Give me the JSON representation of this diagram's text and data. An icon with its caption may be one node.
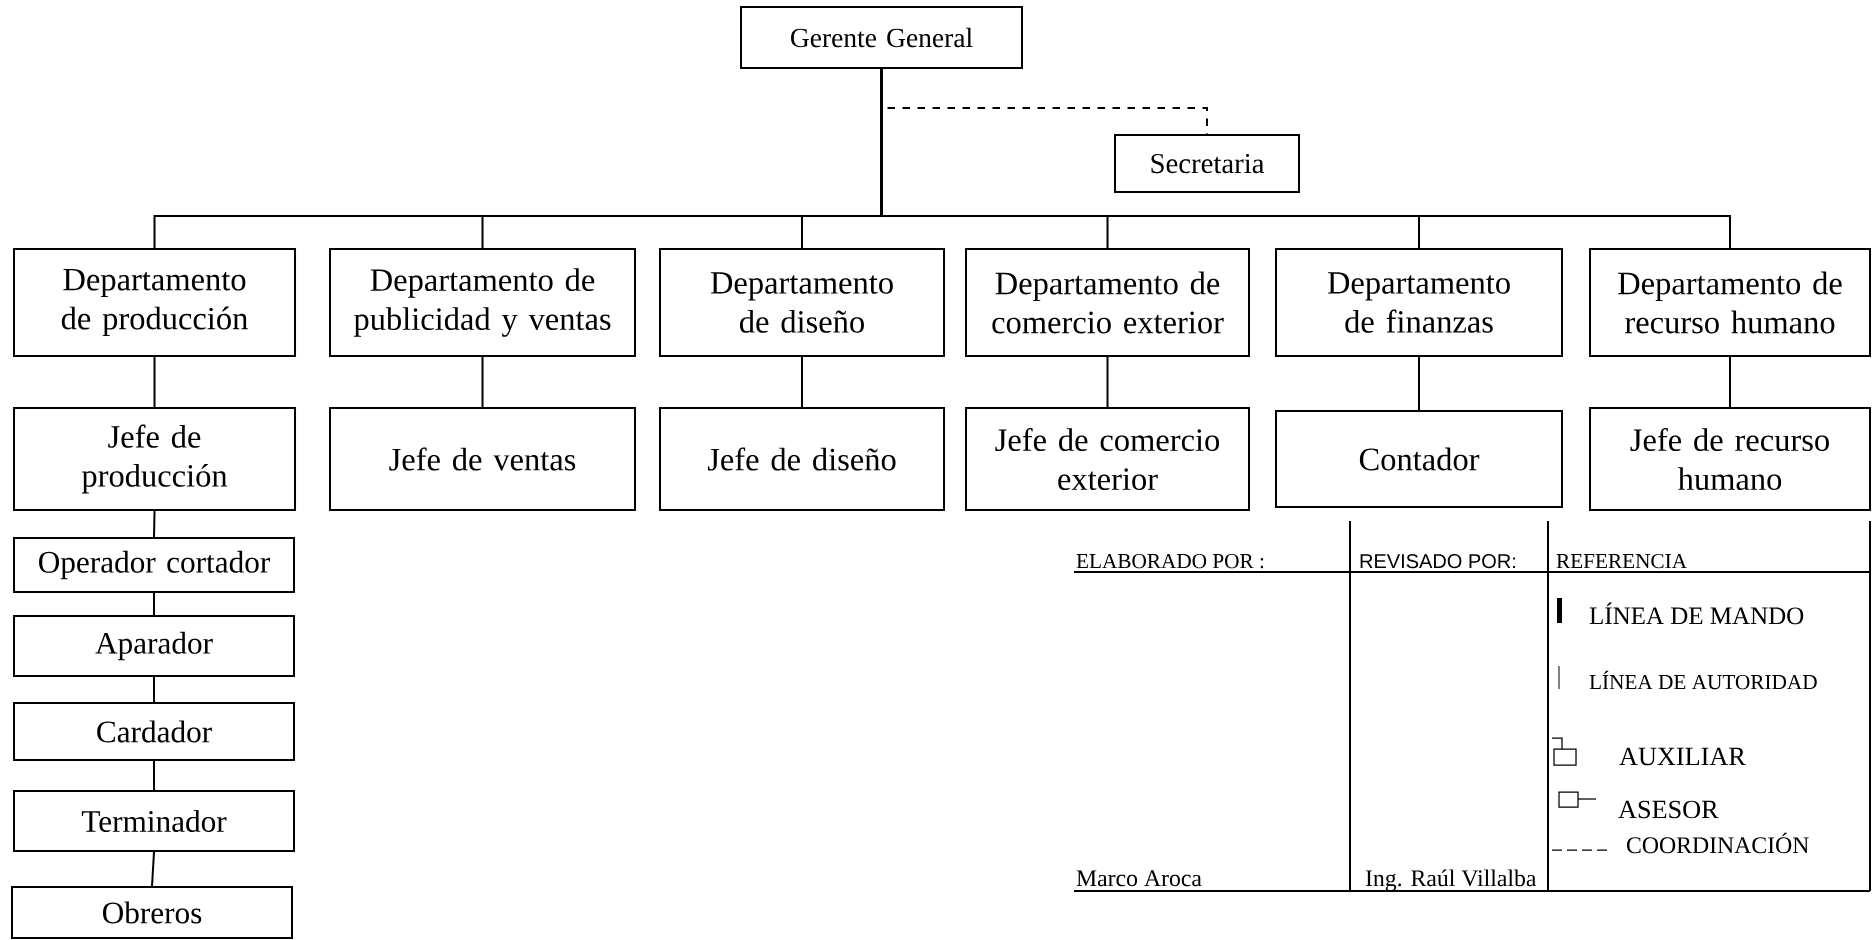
{
  "diagram": {
    "nodes": [
      {
        "text": [
          "Gerente General"
        ]
      },
      {
        "text": [
          "Secretaria"
        ]
      },
      {
        "text": [
          "Departamento de producción"
        ]
      },
      {
        "text": [
          "Departamento de publicidad y ventas"
        ]
      },
      {
        "text": [
          "Departamento de diseño"
        ]
      },
      {
        "text": [
          "Departamento de comercio exterior"
        ]
      },
      {
        "text": [
          "Departamento de finanzas"
        ]
      },
      {
        "text": [
          "Departamento de recurso humano"
        ]
      },
      {
        "text": [
          "Jefe de producción"
        ]
      },
      {
        "text": [
          "Jefe de ventas"
        ]
      },
      {
        "text": [
          "Jefe de diseño"
        ]
      },
      {
        "text": [
          "Jefe de comercio exterior"
        ]
      },
      {
        "text": [
          "Contador"
        ]
      },
      {
        "text": [
          "Jefe de recurso humano"
        ]
      },
      {
        "text": [
          "Operador cortador"
        ]
      },
      {
        "text": [
          "Aparador"
        ]
      },
      {
        "text": [
          "Cardador"
        ]
      },
      {
        "text": [
          "Terminador"
        ]
      },
      {
        "text": [
          "Obreros"
        ]
      }
    ],
    "edges": [
      {
        "from": 0,
        "to": 1,
        "arrow": "none",
        "style": "dashed"
      },
      {
        "from": 0,
        "to": 2,
        "arrow": "none"
      },
      {
        "from": 0,
        "to": 3,
        "arrow": "none"
      },
      {
        "from": 0,
        "to": 4,
        "arrow": "none"
      },
      {
        "from": 0,
        "to": 5,
        "arrow": "none"
      },
      {
        "from": 0,
        "to": 6,
        "arrow": "none"
      },
      {
        "from": 0,
        "to": 7,
        "arrow": "none"
      },
      {
        "from": 2,
        "to": 8,
        "arrow": "none"
      },
      {
        "from": 3,
        "to": 9,
        "arrow": "none"
      },
      {
        "from": 4,
        "to": 10,
        "arrow": "none"
      },
      {
        "from": 5,
        "to": 11,
        "arrow": "none"
      },
      {
        "from": 6,
        "to": 12,
        "arrow": "none"
      },
      {
        "from": 7,
        "to": 13,
        "arrow": "none"
      },
      {
        "from": 8,
        "to": 14,
        "arrow": "none"
      },
      {
        "from": 14,
        "to": 15,
        "arrow": "none"
      },
      {
        "from": 15,
        "to": 16,
        "arrow": "none"
      },
      {
        "from": 16,
        "to": 17,
        "arrow": "none"
      },
      {
        "from": 17,
        "to": 18,
        "arrow": "none"
      }
    ],
    "labels": [
      "ELABORADO POR :",
      "REVISADO POR:",
      "REFERENCIA",
      "Marco Aroca",
      "Ing. Raúl Villalba"
    ],
    "legend": [
      {
        "text": "LÍNEA DE MANDO"
      },
      {
        "text": "LÍNEA DE AUTORIDAD"
      },
      {
        "text": "AUXILIAR"
      },
      {
        "text": "ASESOR"
      },
      {
        "text": "COORDINACIÓN"
      }
    ]
  }
}
